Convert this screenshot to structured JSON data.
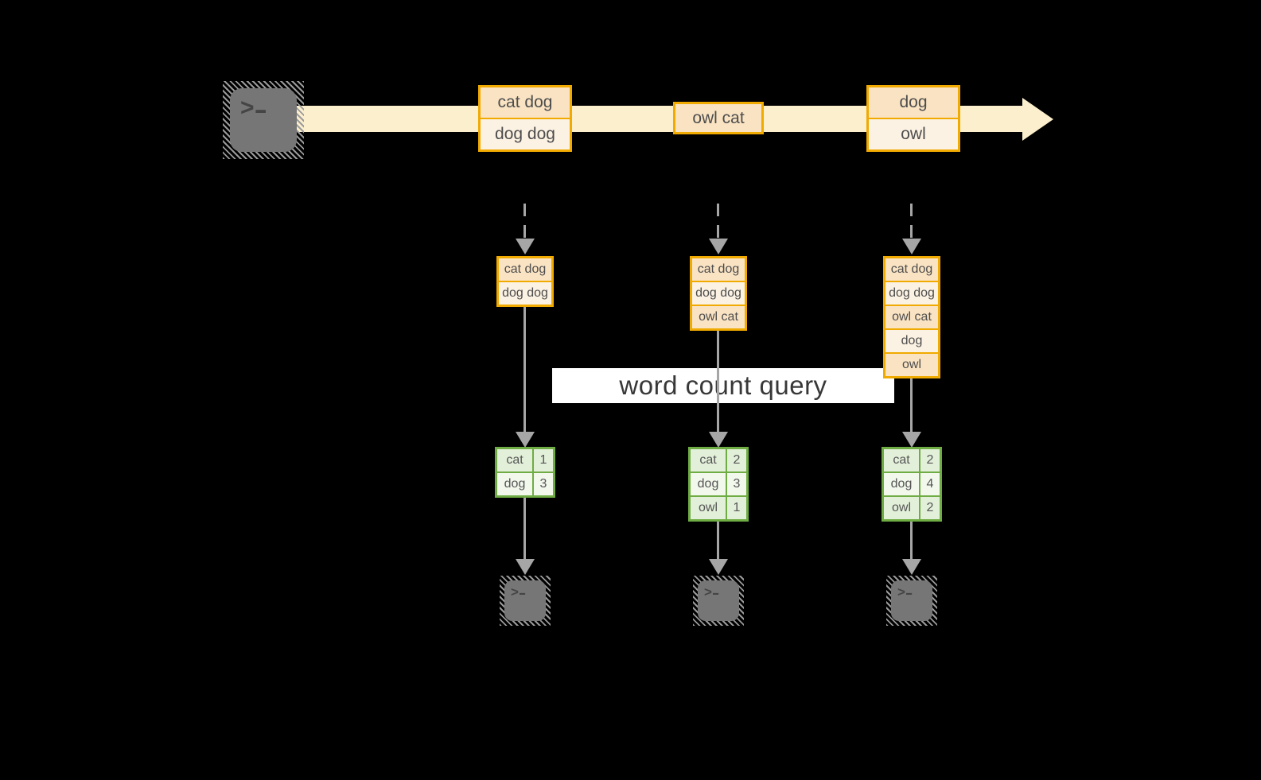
{
  "colors": {
    "background": "#000000",
    "gold_border": "#F0AA00",
    "peach_fill": "#FAE3C3",
    "cream_fill": "#FCF2E3",
    "stream_band": "#FCEFCD",
    "green_border": "#6FAC44",
    "green_fill": "#E2EFD9",
    "green_fill_light": "#F2F8EC",
    "arrow_gray": "#A6A6A6",
    "terminal_gray": "#767676",
    "banner_bg": "#FFFFFF"
  },
  "terminal": {
    "prompt": ">",
    "cursor": "▬"
  },
  "timeline": {
    "event_boxes": [
      {
        "cells": [
          "cat dog",
          "dog dog"
        ]
      },
      {
        "cells": [
          "owl cat"
        ]
      },
      {
        "cells": [
          "dog",
          "owl"
        ]
      }
    ]
  },
  "banner": {
    "label": "word count query"
  },
  "columns": [
    {
      "stack": [
        "cat dog",
        "dog dog"
      ],
      "table": {
        "rows": [
          {
            "word": "cat",
            "count": "1"
          },
          {
            "word": "dog",
            "count": "3"
          }
        ]
      }
    },
    {
      "stack": [
        "cat dog",
        "dog dog",
        "owl cat"
      ],
      "table": {
        "rows": [
          {
            "word": "cat",
            "count": "2"
          },
          {
            "word": "dog",
            "count": "3"
          },
          {
            "word": "owl",
            "count": "1"
          }
        ]
      }
    },
    {
      "stack": [
        "cat dog",
        "dog dog",
        "owl cat",
        "dog",
        "owl"
      ],
      "table": {
        "rows": [
          {
            "word": "cat",
            "count": "2"
          },
          {
            "word": "dog",
            "count": "4"
          },
          {
            "word": "owl",
            "count": "2"
          }
        ]
      }
    }
  ]
}
